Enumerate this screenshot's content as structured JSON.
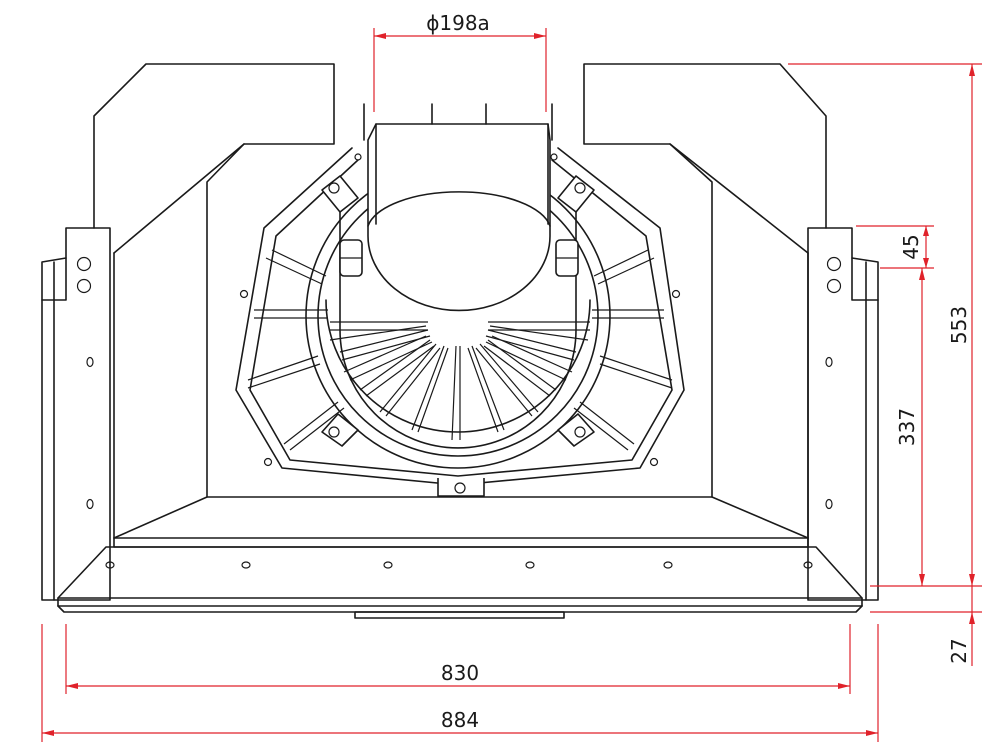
{
  "drawing": {
    "title": "",
    "line_color": "#1a1a1a",
    "dimension_color": "#e0222a"
  },
  "dimensions": {
    "duct_diameter": "ϕ198a",
    "inner_width": "830",
    "overall_width": "884",
    "overall_height": "553",
    "upper_offset": "45",
    "side_height": "337",
    "bottom_offset": "27"
  }
}
